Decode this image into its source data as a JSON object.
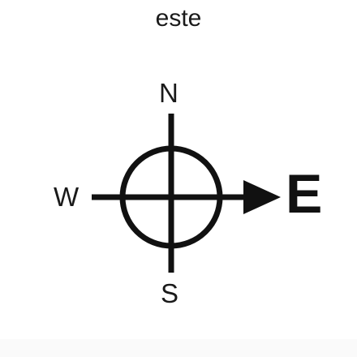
{
  "title": "este",
  "compass": {
    "north": "N",
    "south": "S",
    "west": "W",
    "east": "E",
    "highlighted_direction": "east",
    "stroke_color": "#111111"
  }
}
